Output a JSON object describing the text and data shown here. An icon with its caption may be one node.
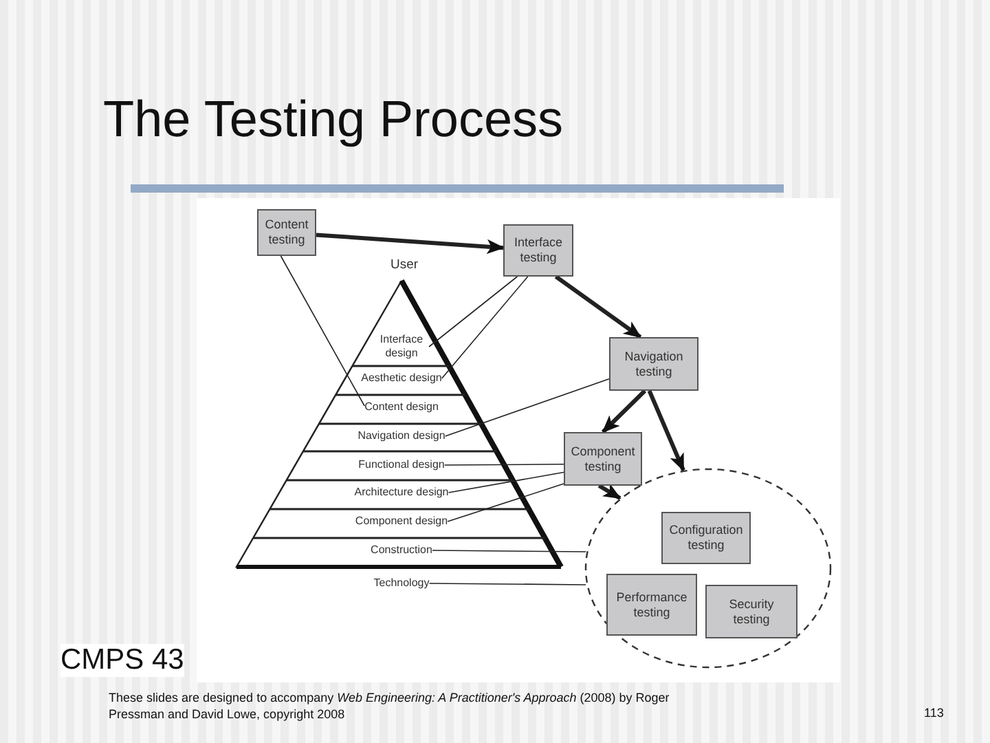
{
  "diagram": {
    "title": "The Testing Process",
    "nodes": [
      {
        "text": [
          "Content testing"
        ]
      },
      {
        "text": [
          "Interface testing"
        ]
      },
      {
        "text": [
          "Navigation testing"
        ]
      },
      {
        "text": [
          "Component testing"
        ]
      },
      {
        "text": [],
        "shape": "ellipse"
      },
      {
        "text": [
          "Configuration testing"
        ],
        "in": 4
      },
      {
        "text": [
          "Performance testing"
        ],
        "in": 4
      },
      {
        "text": [
          "Security testing"
        ],
        "in": 4
      },
      {
        "text": [
          "Interface design"
        ]
      },
      {
        "text": [
          "Aesthetic design"
        ]
      },
      {
        "text": [
          "Content design"
        ]
      },
      {
        "text": [
          "Navigation design"
        ]
      },
      {
        "text": [
          "Functional design"
        ]
      },
      {
        "text": [
          "Architecture design"
        ]
      },
      {
        "text": [
          "Component design"
        ]
      },
      {
        "text": [
          "Construction"
        ]
      },
      {
        "text": [
          "Technology"
        ]
      }
    ],
    "edges": [
      {
        "from": 0,
        "to": 1,
        "arrow": "to",
        "style": "thick"
      },
      {
        "from": 1,
        "to": 2,
        "arrow": "to",
        "style": "thick"
      },
      {
        "from": 2,
        "to": 3,
        "arrow": "to",
        "style": "thick"
      },
      {
        "from": 2,
        "to": 4,
        "arrow": "to",
        "style": "thick"
      },
      {
        "from": 3,
        "to": 4,
        "arrow": "to",
        "style": "thick"
      },
      {
        "from": 0,
        "to": 10,
        "arrow": "none"
      },
      {
        "from": 1,
        "to": 8,
        "arrow": "none"
      },
      {
        "from": 1,
        "to": 9,
        "arrow": "none"
      },
      {
        "from": 2,
        "to": 11,
        "arrow": "none"
      },
      {
        "from": 3,
        "to": 12,
        "arrow": "none"
      },
      {
        "from": 3,
        "to": 13,
        "arrow": "none"
      },
      {
        "from": 3,
        "to": 14,
        "arrow": "none"
      },
      {
        "from": 15,
        "to": 4,
        "arrow": "none"
      },
      {
        "from": 16,
        "to": 4,
        "arrow": "none"
      }
    ],
    "labels": [
      "User",
      "CMPS 43",
      "These slides are designed to accompany *Web Engineering: A Practitioner's Approach* (2008) by Roger Pressman and David Lowe, copyright 2008",
      "113"
    ]
  }
}
